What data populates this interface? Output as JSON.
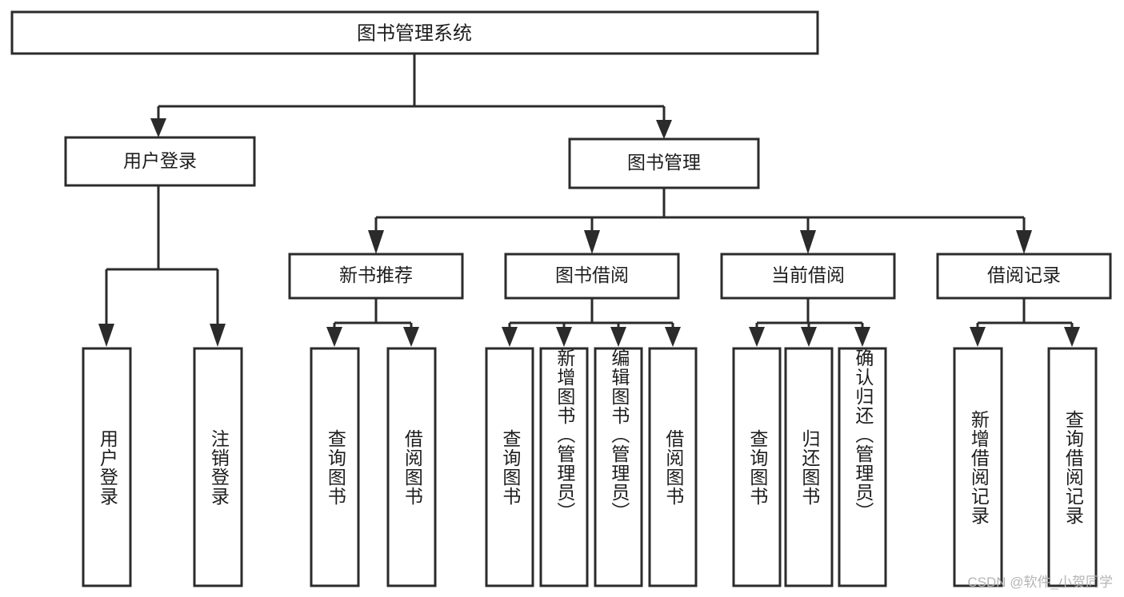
{
  "diagram": {
    "type": "tree-hierarchy-chart",
    "title": "图书管理系统",
    "root": {
      "id": "root",
      "label": "图书管理系统"
    },
    "level2": [
      {
        "id": "user-login",
        "label": "用户登录"
      },
      {
        "id": "book-manage",
        "label": "图书管理"
      }
    ],
    "level3": [
      {
        "id": "new-book-recommend",
        "label": "新书推荐",
        "parent": "book-manage"
      },
      {
        "id": "book-borrow",
        "label": "图书借阅",
        "parent": "book-manage"
      },
      {
        "id": "current-borrow",
        "label": "当前借阅",
        "parent": "book-manage"
      },
      {
        "id": "borrow-record",
        "label": "借阅记录",
        "parent": "book-manage"
      }
    ],
    "leaves": {
      "user-login": [
        {
          "id": "leaf-user-login",
          "label": "用户登录"
        },
        {
          "id": "leaf-logout-login",
          "label": "注销登录"
        }
      ],
      "new-book-recommend": [
        {
          "id": "leaf-query-book-1",
          "label": "查询图书"
        },
        {
          "id": "leaf-borrow-book-1",
          "label": "借阅图书"
        }
      ],
      "book-borrow": [
        {
          "id": "leaf-query-book-2",
          "label": "查询图书"
        },
        {
          "id": "leaf-add-book-admin",
          "label": "新增图书（管理员）"
        },
        {
          "id": "leaf-edit-book-admin",
          "label": "编辑图书（管理员）"
        },
        {
          "id": "leaf-borrow-book-2",
          "label": "借阅图书"
        }
      ],
      "current-borrow": [
        {
          "id": "leaf-query-book-3",
          "label": "查询图书"
        },
        {
          "id": "leaf-return-book",
          "label": "归还图书"
        },
        {
          "id": "leaf-confirm-return-admin",
          "label": "确认归还（管理员）"
        }
      ],
      "borrow-record": [
        {
          "id": "leaf-add-borrow-record",
          "label": "新增借阅记录"
        },
        {
          "id": "leaf-query-borrow-record",
          "label": "查询借阅记录"
        }
      ]
    },
    "watermark": "CSDN @软件_小贺同学",
    "colors": {
      "stroke": "#2b2b2b",
      "box_fill": "#ffffff",
      "text": "#1d1d1d",
      "background": "#ffffff",
      "watermark": "#b4b4b4"
    }
  }
}
